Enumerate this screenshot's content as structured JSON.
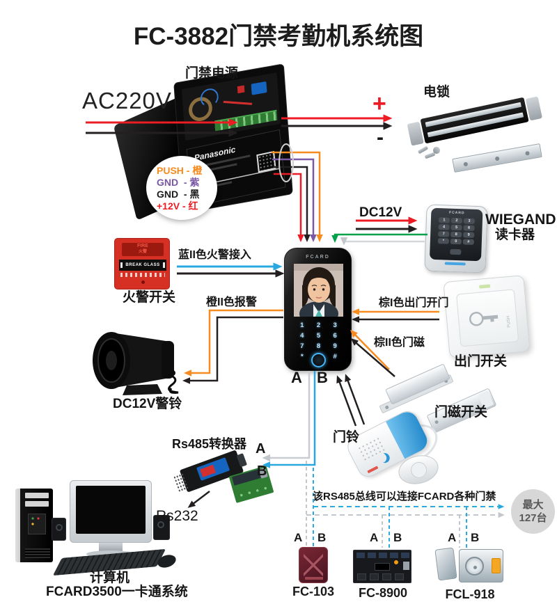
{
  "title": "FC-3882门禁考勤机系统图",
  "colors": {
    "orange": "#F68B1F",
    "purple": "#7A58A5",
    "red": "#ED1C24",
    "black": "#231F20",
    "blue": "#29A8E0",
    "green": "#00A14B",
    "gray": "#C9CDD1",
    "bus_blue": "#29ABE2"
  },
  "power": {
    "label": "门禁电源",
    "ac_input": "AC220V",
    "battery_brand": "Panasonic",
    "legend": [
      {
        "pin": "PUSH",
        "wire": "- 橙"
      },
      {
        "pin": "GND",
        "wire": "- 紫"
      },
      {
        "pin": "GND",
        "wire": "- 黑"
      },
      {
        "pin": "+12V",
        "wire": "- 红"
      }
    ]
  },
  "lock": {
    "label": "电锁",
    "plus": "+",
    "minus": "-"
  },
  "reader": {
    "name": "WIEGAND",
    "label": "读卡器",
    "power": "DC12V",
    "brand": "FCARD",
    "keys": [
      "1",
      "2",
      "3",
      "4",
      "5",
      "6",
      "7",
      "8",
      "9",
      "*",
      "0",
      "#"
    ]
  },
  "fire": {
    "label": "火警开关",
    "line1": "FIRE",
    "line2": "火警",
    "strip": "BREAK GLASS",
    "wire_note": "蓝II色火警接入"
  },
  "bell": {
    "label": "DC12V警铃",
    "wire_note": "橙II色报警"
  },
  "device": {
    "brand": "FCARD",
    "keys": [
      "1",
      "2",
      "3",
      "4",
      "5",
      "6",
      "7",
      "8",
      "9",
      "*",
      "0",
      "#"
    ],
    "port_a": "A",
    "port_b": "B"
  },
  "exit": {
    "label": "出门开关",
    "push": "PUSH",
    "wire_note": "棕I色出门开门"
  },
  "magnet": {
    "label": "门磁开关",
    "wire_note": "棕II色门磁"
  },
  "doorbell": {
    "label": "门铃"
  },
  "converter": {
    "label": "Rs485转换器",
    "port_a": "A",
    "port_b": "B",
    "serial": "Rs232"
  },
  "computer": {
    "label": "计算机",
    "system": "FCARD3500一卡通系统"
  },
  "bus": {
    "note": "该RS485总线可以连接FCARD各种门禁",
    "max1": "最大",
    "max2": "127台"
  },
  "branches": [
    {
      "model": "FC-103",
      "a": "A",
      "b": "B"
    },
    {
      "model": "FC-8900",
      "a": "A",
      "b": "B"
    },
    {
      "model": "FCL-918",
      "a": "A",
      "b": "B"
    }
  ]
}
